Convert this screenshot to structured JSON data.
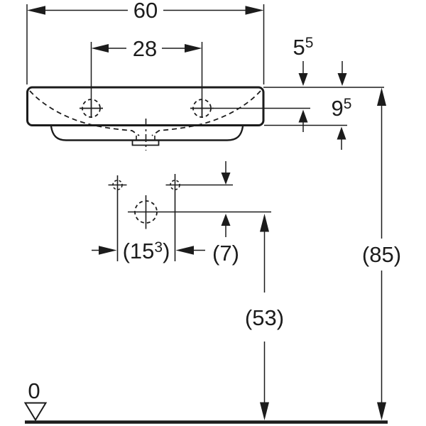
{
  "drawing": {
    "type": "technical-dimension-drawing",
    "subject": "washbasin front elevation with installation dimensions",
    "ink_color": "#1c1c1c",
    "background_color": "#ffffff",
    "datum_label": "0",
    "dimensions": {
      "overall_width": "60",
      "tap_hole_spacing": "28",
      "rim_to_tap_hole": {
        "base": "5",
        "sup": "5"
      },
      "rim_to_underside": {
        "base": "9",
        "sup": "5"
      },
      "fixing_hole_spacing": {
        "open": "(15",
        "sup": "3",
        "close": ")"
      },
      "fixing_to_outlet_drop": "(7)",
      "outlet_height": "(53)",
      "rim_height": "(85)"
    },
    "symbols": {
      "tap_hole": "tap-hole-marker",
      "fixing_hole": "fixing-hole-marker",
      "waste_outlet": "waste-outlet-marker",
      "datum": "zero-level-triangle"
    }
  }
}
